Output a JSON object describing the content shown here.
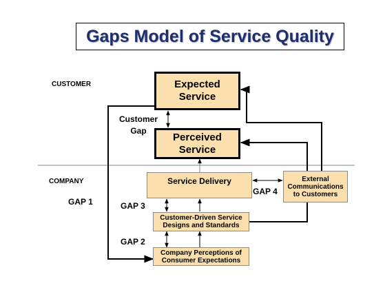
{
  "title": "Gaps Model of Service Quality",
  "sections": {
    "customer": "CUSTOMER",
    "company": "COMPANY"
  },
  "boxes": {
    "expected_service": "Expected Service",
    "perceived_service": "Perceived Service",
    "service_delivery": "Service Delivery",
    "external_communications": "External Communications to Customers",
    "designs_standards": "Customer-Driven Service Designs and Standards",
    "company_perceptions": "Company Perceptions of Consumer Expectations"
  },
  "labels": {
    "customer_gap": "Customer Gap",
    "gap1": "GAP 1",
    "gap2": "GAP 2",
    "gap3": "GAP 3",
    "gap4": "GAP 4"
  },
  "colors": {
    "box_fill": "#fbe0ad",
    "title_text": "#1f2f6e",
    "divider": "#808080"
  }
}
